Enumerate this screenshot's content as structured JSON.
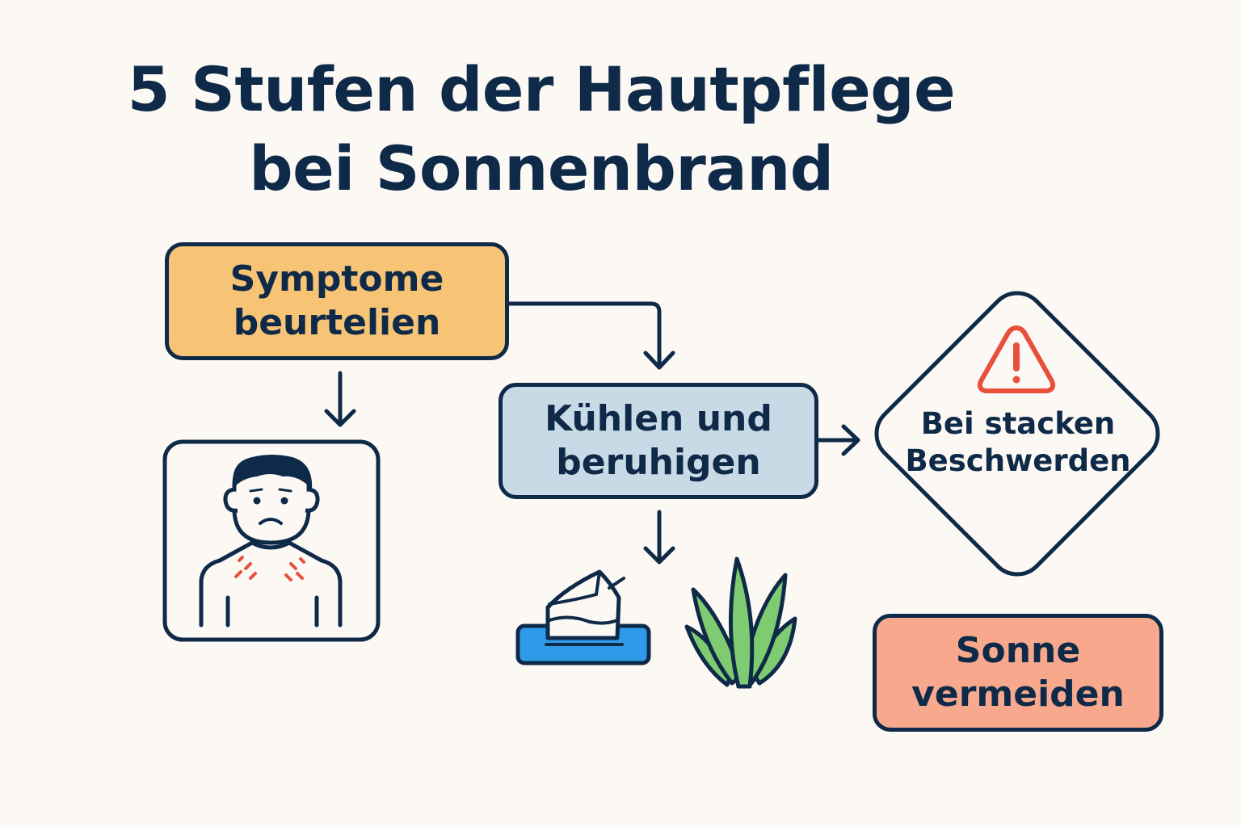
{
  "title": {
    "line1": "5 Stufen der Hautpflege",
    "line2": "bei Sonnenbrand"
  },
  "steps": {
    "symptoms": {
      "line1": "Symptome",
      "line2": "beurtelien"
    },
    "cool": {
      "line1": "Kühlen und",
      "line2": "beruhigen"
    },
    "severe": {
      "line1": "Bei stacken",
      "line2": "Beschwerden"
    },
    "avoid_sun": {
      "line1": "Sonne",
      "line2": "vermeiden"
    }
  },
  "icons": [
    "sunburned-person-icon",
    "cold-compress-icon",
    "aloe-vera-icon",
    "warning-triangle-icon"
  ],
  "colors": {
    "ink": "#0f2a48",
    "symptoms_fill": "#f7c476",
    "cool_fill": "#c8dae5",
    "sun_fill": "#f8a98d",
    "warning": "#e8503c",
    "aloe": "#7ecb72",
    "compress_blue": "#2f9be8"
  }
}
